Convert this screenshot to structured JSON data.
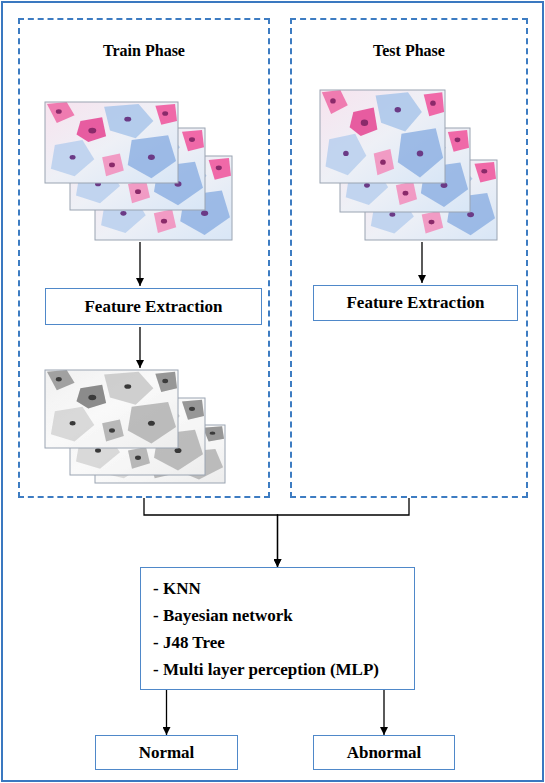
{
  "diagram": {
    "nodes": [
      {
        "text": [
          "Train Phase"
        ]
      },
      {
        "text": [
          "Feature Extraction"
        ],
        "in": 0
      },
      {
        "text": [
          "Test Phase"
        ]
      },
      {
        "text": [
          "Feature Extraction"
        ],
        "in": 2
      },
      {
        "text": [
          "- KNN",
          "- Bayesian network",
          "- J48 Tree",
          "- Multi layer perception (MLP)"
        ]
      },
      {
        "text": [
          "Normal"
        ]
      },
      {
        "text": [
          "Abnormal"
        ]
      }
    ],
    "edges": [
      {
        "from": 0,
        "to": 4,
        "arrow": "to"
      },
      {
        "from": 2,
        "to": 4,
        "arrow": "to"
      },
      {
        "from": 4,
        "to": 5,
        "arrow": "to"
      },
      {
        "from": 4,
        "to": 6,
        "arrow": "to"
      }
    ]
  }
}
